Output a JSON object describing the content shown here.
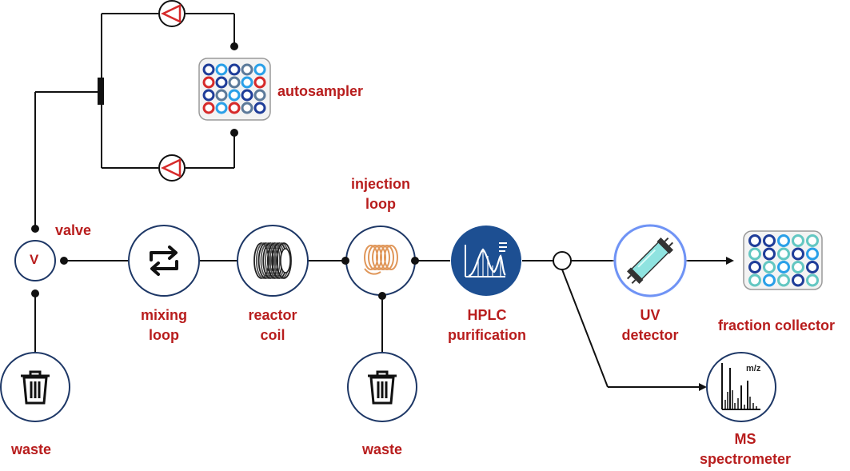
{
  "labels": {
    "autosampler": "autosampler",
    "valve": "valve",
    "valve_symbol": "V",
    "waste_left": "waste",
    "mixing_loop": [
      "mixing",
      "loop"
    ],
    "reactor_coil": [
      "reactor",
      "coil"
    ],
    "injection_loop": [
      "injection",
      "loop"
    ],
    "waste_mid": "waste",
    "hplc": [
      "HPLC",
      "purification"
    ],
    "uv_detector": [
      "UV",
      "detector"
    ],
    "fraction_collector": "fraction collector",
    "ms": [
      "MS",
      "spectrometer"
    ],
    "ms_axis_label": "m/z"
  },
  "colors": {
    "label": "#b81d1d",
    "line": "#111111",
    "pump_arrow": "#d62a2a",
    "hplc_bg": "#1d4f92",
    "coil_orange": "#e0975a",
    "uv_glow": "#7fa6ff",
    "uv_tube": "#8fe3e0",
    "tray_ring_colors": [
      "#1f3d99",
      "#2aa0e8",
      "#d62a2a",
      "#5c7a9a",
      "#63c7c2"
    ]
  },
  "icons": {
    "pump": "pump-triangle-icon",
    "trash": "trash-can-icon",
    "mixing": "cycle-arrows-icon",
    "reactor": "coil-cylinder-icon",
    "injection": "spring-coil-icon",
    "hplc": "chromatogram-icon",
    "uv": "uv-lamp-icon",
    "ms": "mass-spectrum-icon",
    "autosampler": "vial-tray-icon",
    "collector": "fraction-tray-icon"
  }
}
